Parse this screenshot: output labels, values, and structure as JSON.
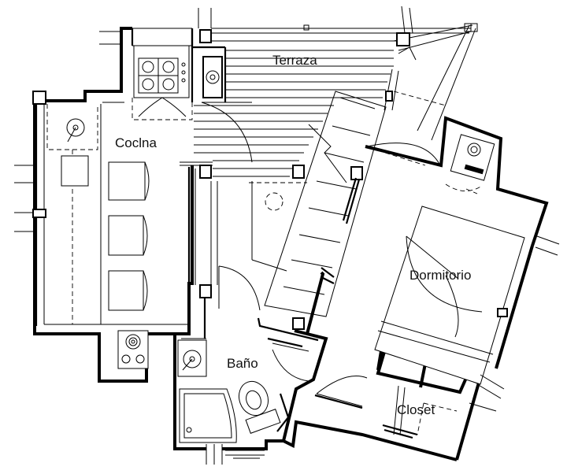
{
  "plan": {
    "rooms": {
      "terraza": "Terraza",
      "cocina": "Coclna",
      "dormitorio": "Dormitorio",
      "bano": "Baño",
      "closet": "Closet"
    },
    "colors": {
      "line": "#000000",
      "background": "#ffffff"
    }
  }
}
